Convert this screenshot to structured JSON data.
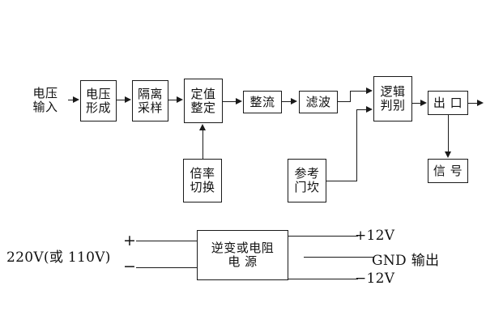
{
  "diagram": {
    "title_text": "",
    "colors": {
      "background": "#ffffff",
      "stroke": "#1a1a1a",
      "text": "#111111"
    },
    "signal_chain": {
      "input_label": {
        "line1": "电压",
        "line2": "输入"
      },
      "blocks": [
        {
          "id": "voltage-forming",
          "line1": "电压",
          "line2": "形成"
        },
        {
          "id": "isolation-sampling",
          "line1": "隔离",
          "line2": "采样"
        },
        {
          "id": "setting-value",
          "line1": "定值",
          "line2": "整定"
        },
        {
          "id": "rectifier",
          "line1": "整流",
          "line2": ""
        },
        {
          "id": "filter",
          "line1": "滤波",
          "line2": ""
        },
        {
          "id": "logic-discrimination",
          "line1": "逻辑",
          "line2": "判别"
        },
        {
          "id": "output-port",
          "line1": "出 口",
          "line2": ""
        }
      ],
      "aux_blocks": [
        {
          "id": "multiplier-switch",
          "line1": "倍率",
          "line2": "切换"
        },
        {
          "id": "reference-threshold",
          "line1": "参考",
          "line2": "门坎"
        }
      ],
      "signal_block": {
        "id": "signal",
        "line1": "信 号",
        "line2": ""
      }
    },
    "power_section": {
      "source_label": "220V(或 110V)",
      "polarity_plus": "+",
      "polarity_minus": "−",
      "power_block": {
        "line1": "逆变或电阻",
        "line2": "电    源"
      },
      "outputs": [
        {
          "id": "rail-positive",
          "label": "+12V"
        },
        {
          "id": "rail-ground",
          "label": "GND 输出"
        },
        {
          "id": "rail-negative",
          "label": "−12V"
        }
      ]
    }
  }
}
